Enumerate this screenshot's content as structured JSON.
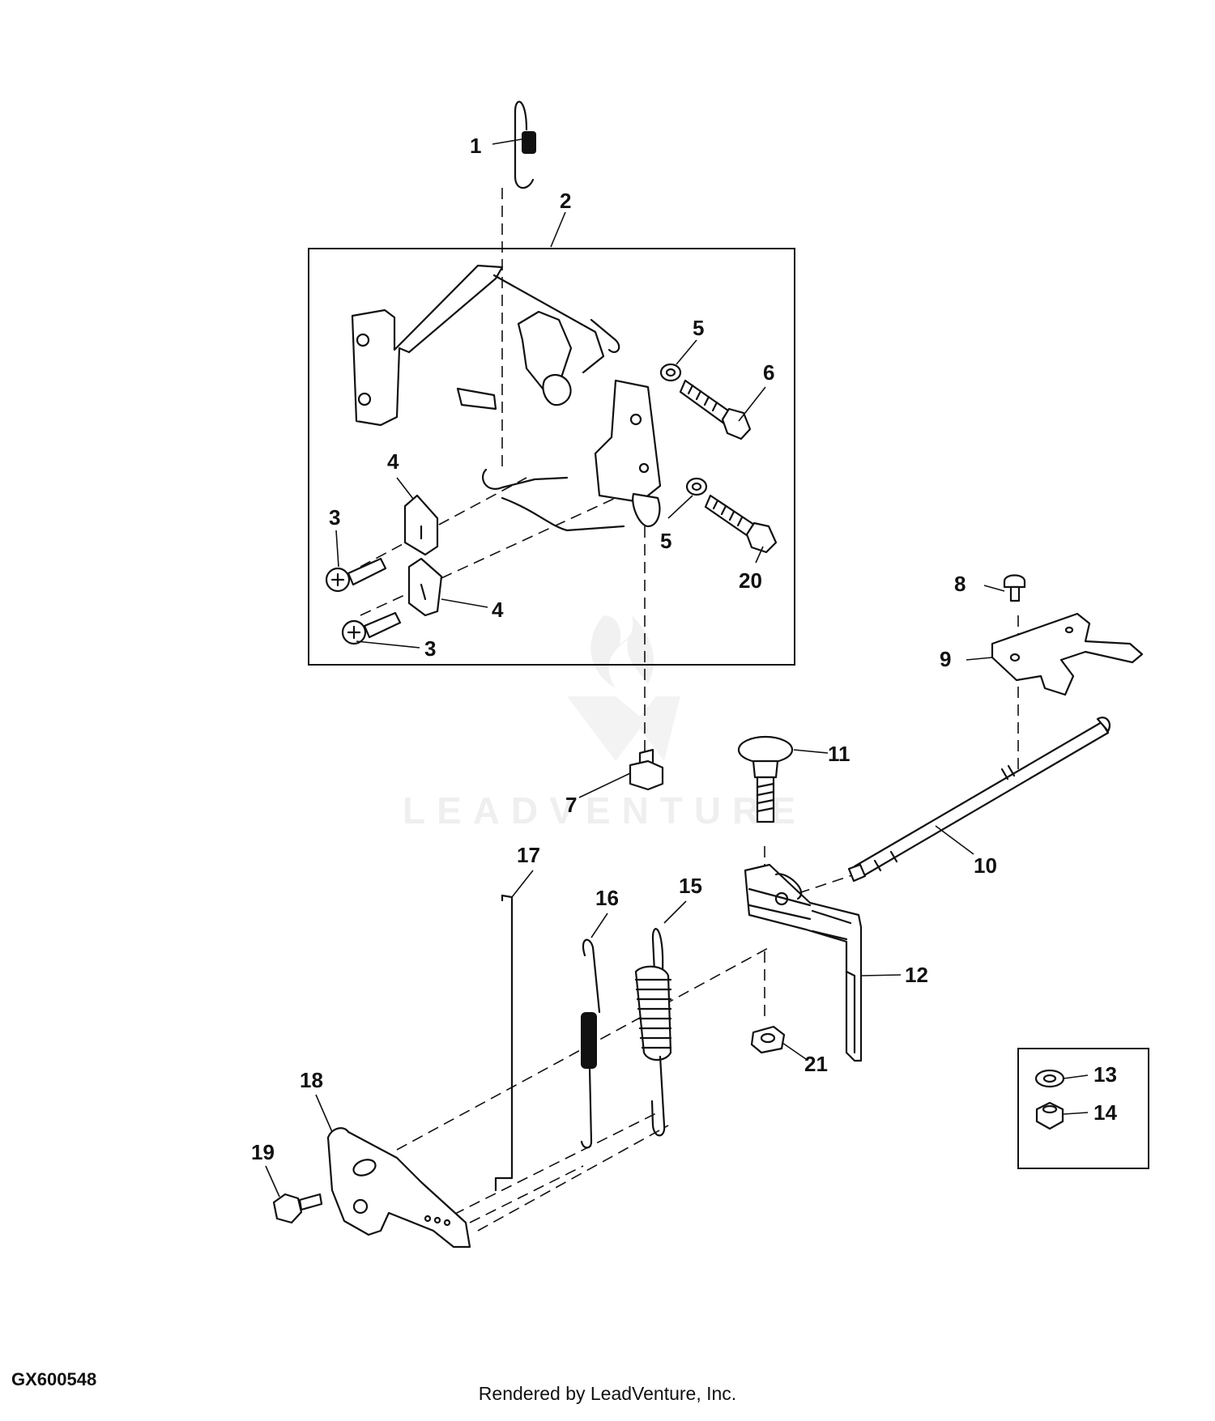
{
  "figure_id": "GX600548",
  "credit": "Rendered by LeadVenture, Inc.",
  "watermark": "LEADVENTURE",
  "callouts": [
    "1",
    "2",
    "3",
    "3",
    "4",
    "4",
    "5",
    "5",
    "6",
    "7",
    "8",
    "9",
    "10",
    "11",
    "12",
    "13",
    "14",
    "15",
    "16",
    "17",
    "18",
    "19",
    "20",
    "21"
  ]
}
